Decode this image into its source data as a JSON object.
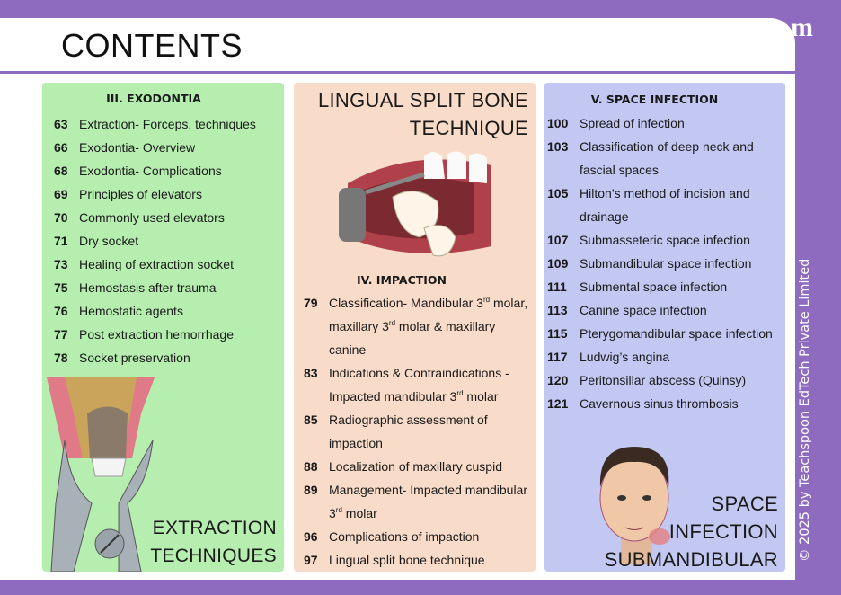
{
  "header": {
    "title": "CONTENTS",
    "logo_text": "m",
    "copyright": "© 2025 by Teachspoon EdTech Private Limited"
  },
  "colors": {
    "frame": "#8e6bbf",
    "green": "#b6eeb0",
    "peach": "#f8dbc8",
    "blue": "#c3c8f2"
  },
  "exodontia": {
    "heading": "III. EXODONTIA",
    "caption_lines": [
      "EXTRACTION",
      "TECHNIQUES"
    ],
    "image_icon": "forceps-extraction-icon",
    "items": [
      {
        "num": "63",
        "parts": [
          {
            "t": "Extraction- Forceps, techniques"
          }
        ]
      },
      {
        "num": "66",
        "parts": [
          {
            "t": "Exodontia- Overview"
          }
        ]
      },
      {
        "num": "68",
        "parts": [
          {
            "t": "Exodontia- Complications"
          }
        ]
      },
      {
        "num": "69",
        "parts": [
          {
            "t": "Principles of elevators"
          }
        ]
      },
      {
        "num": "70",
        "parts": [
          {
            "t": "Commonly used elevators"
          }
        ]
      },
      {
        "num": "71",
        "parts": [
          {
            "t": "Dry socket"
          }
        ]
      },
      {
        "num": "73",
        "parts": [
          {
            "t": "Healing of extraction socket"
          }
        ]
      },
      {
        "num": "75",
        "parts": [
          {
            "t": "Hemostasis after trauma"
          }
        ]
      },
      {
        "num": "76",
        "parts": [
          {
            "t": "Hemostatic agents"
          }
        ]
      },
      {
        "num": "77",
        "parts": [
          {
            "t": "Post extraction hemorrhage"
          }
        ]
      },
      {
        "num": "78",
        "parts": [
          {
            "t": "Socket  preservation"
          }
        ]
      }
    ]
  },
  "impaction": {
    "heading": "IV. IMPACTION",
    "caption_lines": [
      "LINGUAL SPLIT BONE",
      "TECHNIQUE"
    ],
    "image_icon": "impacted-molar-icon",
    "items": [
      {
        "num": "79",
        "parts": [
          {
            "t": "Classification- Mandibular 3"
          },
          {
            "sup": "rd"
          },
          {
            "t": " molar, maxillary 3"
          },
          {
            "sup": "rd"
          },
          {
            "t": "  molar & maxillary canine"
          }
        ]
      },
      {
        "num": "83",
        "parts": [
          {
            "t": "Indications & Contraindications - Impacted mandibular 3"
          },
          {
            "sup": "rd"
          },
          {
            "t": " molar"
          }
        ]
      },
      {
        "num": "85",
        "parts": [
          {
            "t": "Radiographic assessment of impaction"
          }
        ]
      },
      {
        "num": "88",
        "parts": [
          {
            "t": "Localization of maxillary cuspid"
          }
        ]
      },
      {
        "num": "89",
        "parts": [
          {
            "t": "Management-  Impacted mandibular 3"
          },
          {
            "sup": "rd"
          },
          {
            "t": " molar"
          }
        ]
      },
      {
        "num": "96",
        "parts": [
          {
            "t": "Complications of impaction"
          }
        ]
      },
      {
        "num": "97",
        "parts": [
          {
            "t": "Lingual split bone technique"
          }
        ]
      }
    ]
  },
  "space": {
    "heading": "V. SPACE INFECTION",
    "caption_lines": [
      "SPACE",
      "INFECTION",
      "SUBMANDIBULAR"
    ],
    "image_icon": "swollen-face-icon",
    "items": [
      {
        "num": "100",
        "parts": [
          {
            "t": "Spread of infection"
          }
        ]
      },
      {
        "num": "103",
        "parts": [
          {
            "t": "Classification of deep neck and fascial spaces"
          }
        ]
      },
      {
        "num": "105",
        "parts": [
          {
            "t": "Hilton’s method of incision and drainage"
          }
        ]
      },
      {
        "num": "107",
        "parts": [
          {
            "t": "Submasseteric space infection"
          }
        ]
      },
      {
        "num": "109",
        "parts": [
          {
            "t": "Submandibular space infection"
          }
        ]
      },
      {
        "num": "111",
        "parts": [
          {
            "t": "Submental space infection"
          }
        ]
      },
      {
        "num": "113",
        "parts": [
          {
            "t": "Canine space infection"
          }
        ]
      },
      {
        "num": "115",
        "parts": [
          {
            "t": "Pterygomandibular space infection"
          }
        ]
      },
      {
        "num": "117",
        "parts": [
          {
            "t": "Ludwig’s angina"
          }
        ]
      },
      {
        "num": "120",
        "parts": [
          {
            "t": "Peritonsillar abscess (Quinsy)"
          }
        ]
      },
      {
        "num": "121",
        "parts": [
          {
            "t": "Cavernous sinus thrombosis"
          }
        ]
      }
    ]
  }
}
